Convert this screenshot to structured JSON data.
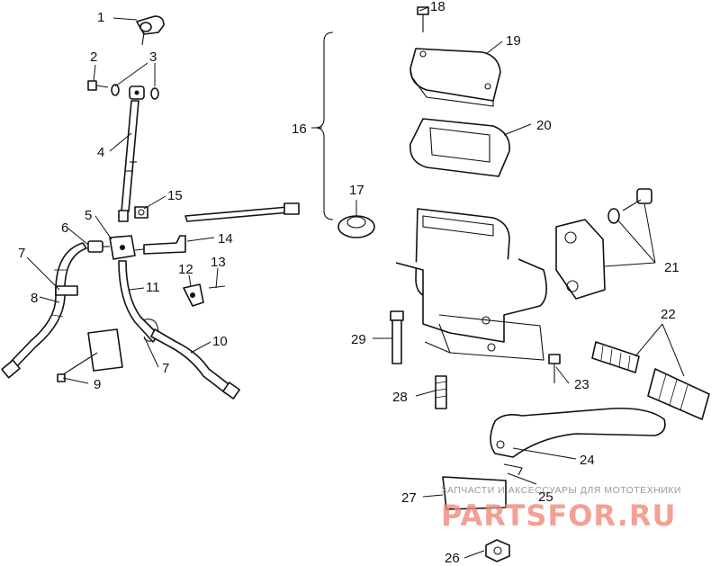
{
  "callouts": [
    {
      "n": "1"
    },
    {
      "n": "2"
    },
    {
      "n": "3"
    },
    {
      "n": "4"
    },
    {
      "n": "5"
    },
    {
      "n": "6"
    },
    {
      "n": "7"
    },
    {
      "n": "7"
    },
    {
      "n": "8"
    },
    {
      "n": "9"
    },
    {
      "n": "10"
    },
    {
      "n": "11"
    },
    {
      "n": "12"
    },
    {
      "n": "13"
    },
    {
      "n": "14"
    },
    {
      "n": "15"
    },
    {
      "n": "16"
    },
    {
      "n": "17"
    },
    {
      "n": "18"
    },
    {
      "n": "19"
    },
    {
      "n": "20"
    },
    {
      "n": "21"
    },
    {
      "n": "22"
    },
    {
      "n": "23"
    },
    {
      "n": "24"
    },
    {
      "n": "25"
    },
    {
      "n": "26"
    },
    {
      "n": "27"
    },
    {
      "n": "28"
    },
    {
      "n": "29"
    }
  ],
  "watermark": {
    "tagline": "ЗАПЧАСТИ И АКСЕССУАРЫ ДЛЯ МОТОТЕХНИКИ",
    "site": "PARTSFOR.RU"
  }
}
